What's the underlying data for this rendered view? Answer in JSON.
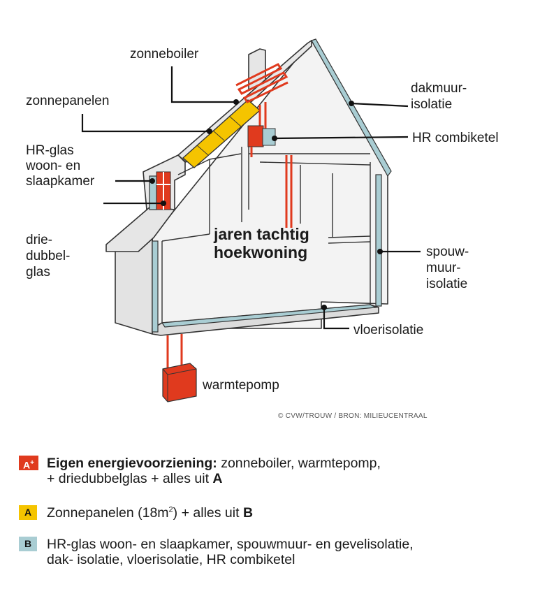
{
  "diagram": {
    "title_line1": "jaren tachtig",
    "title_line2": "hoekwoning",
    "labels": {
      "zonneboiler": "zonneboiler",
      "zonnepanelen": "zonnepanelen",
      "hrglas_1": "HR-glas",
      "hrglas_2": "woon- en",
      "hrglas_3": "slaapkamer",
      "driedubbel_1": "drie-",
      "driedubbel_2": "dubbel-",
      "driedubbel_3": "glas",
      "dakmuur_1": "dakmuur-",
      "dakmuur_2": "isolatie",
      "combiketel": "HR combiketel",
      "spouw_1": "spouw-",
      "spouw_2": "muur-",
      "spouw_3": "isolatie",
      "vloer": "vloerisolatie",
      "warmtepomp": "warmtepomp"
    },
    "credit": "© CVW/TROUW  / BRON: MILIEUCENTRAAL"
  },
  "legend": [
    {
      "badge": "A+",
      "bold": "Eigen energievoorziening:",
      "text": " zonneboiler, warmtepomp,",
      "line2_text": "+ driedubbelglas + alles uit ",
      "line2_bold": "A"
    },
    {
      "badge": "A",
      "text_pre": "Zonnepanelen (18m",
      "sup": "2",
      "text_post": ") + alles uit ",
      "bold_end": "B"
    },
    {
      "badge": "B",
      "line1": "HR-glas woon- en slaapkamer, spouwmuur- en gevelisolatie,",
      "line2": "dak- isolatie, vloerisolatie, HR combiketel"
    }
  ],
  "colors": {
    "red": "#e03a1e",
    "yellow": "#f5c400",
    "blue": "#a9cdd3",
    "grey": "#e8e8e8",
    "outline": "#333333"
  }
}
